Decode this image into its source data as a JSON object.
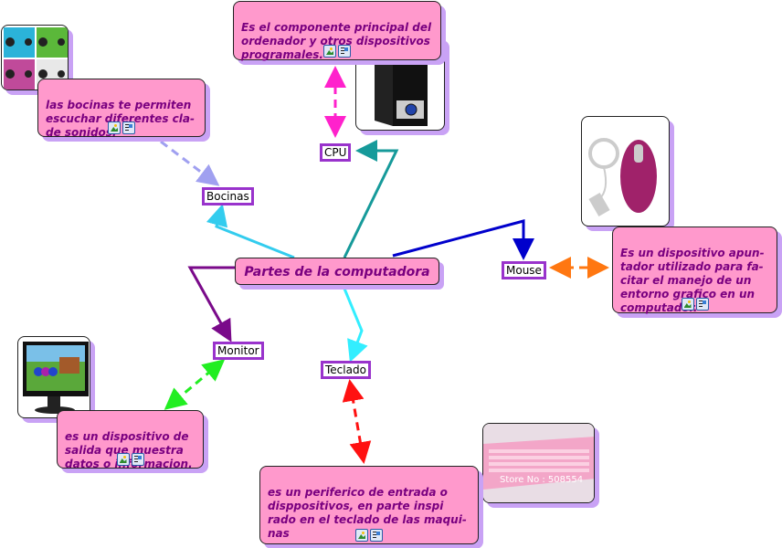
{
  "central": {
    "label": "Partes de la computadora"
  },
  "nodes": {
    "cpu": "CPU",
    "bocinas": "Bocinas",
    "mouse": "Mouse",
    "monitor": "Monitor",
    "teclado": "Teclado"
  },
  "descriptions": {
    "cpu": "Es el componente principal del\nordenador y otros dispositivos\nprogramales.",
    "bocinas": "las bocinas te permiten\nescuchar diferentes cla-\nde sonidos.",
    "mouse": "Es un dispositivo apun-\ntador utilizado para fa-\ncitar el manejo de un\nentorno grafico en un\ncomputador.",
    "monitor": "es un dispositivo de\nsalida que muestra\ndatos o informacion.",
    "teclado": "es un periferico de entrada o\ndisppositivos, en parte inspi\nrado en el teclado de las maqui-\nnas"
  },
  "images": {
    "keyboard_caption": "Store No : 508554"
  },
  "icons": [
    "image-icon",
    "note-icon"
  ],
  "colors": {
    "bubble_fill": "#ff99cc",
    "bubble_text": "#7a0080",
    "shadow": "#c9a2f5",
    "node_border": "#9933cc",
    "link_cpu": "#169a9a",
    "link_bocinas": "#33ccee",
    "link_mouse": "#0000cc",
    "link_monitor": "#7a0a8a",
    "link_teclado": "#33eeff",
    "dash_cpu": "#ff22cc",
    "dash_bocinas": "#a0a0f0",
    "dash_mouse": "#ff7711",
    "dash_monitor": "#22ee22",
    "dash_teclado": "#ff1111"
  }
}
